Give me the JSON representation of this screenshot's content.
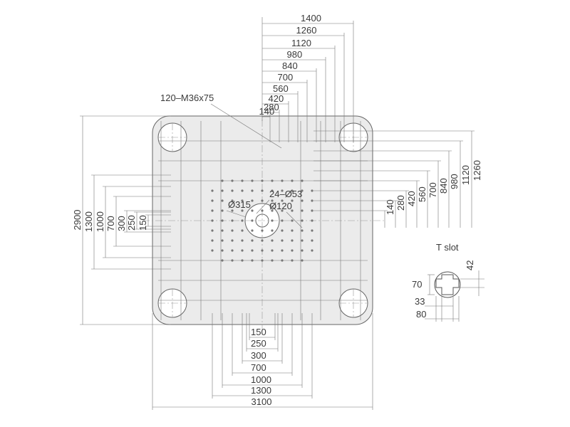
{
  "labels": {
    "top_dims": [
      "1400",
      "1260",
      "1120",
      "980",
      "840",
      "700",
      "560",
      "420",
      "280",
      "140"
    ],
    "right_dims": [
      "140",
      "280",
      "420",
      "560",
      "700",
      "840",
      "980",
      "1120",
      "1260"
    ],
    "left_dims": [
      "2900",
      "1300",
      "1000",
      "700",
      "300",
      "250",
      "150"
    ],
    "bottom_dims": [
      "150",
      "250",
      "300",
      "700",
      "1000",
      "1300",
      "3100"
    ],
    "bolt_callout": "120–M36x75",
    "hole_callout": "24–Ø53",
    "dia_315": "Ø315",
    "dia_120": "Ø120",
    "t_slot_title": "T  slot",
    "t_slot_dims": [
      "42",
      "70",
      "33",
      "80"
    ]
  }
}
